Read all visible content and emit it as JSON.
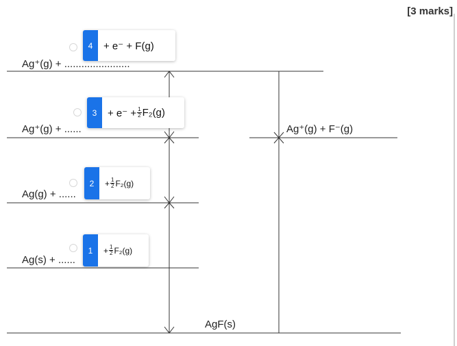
{
  "header": {
    "marks": "[3 marks]"
  },
  "levels": {
    "l4": {
      "label": "Ag⁺(g) + ",
      "dots": "......................."
    },
    "l3": {
      "label": "Ag⁺(g) + ",
      "dots": "......"
    },
    "l2": {
      "label": "Ag(g) + ",
      "dots": "......"
    },
    "l1": {
      "label": "Ag(s) + ",
      "dots": "......"
    },
    "right": {
      "label": "Ag⁺(g) + F⁻(g)"
    },
    "bottom": {
      "label": "AgF(s)"
    }
  },
  "cards": {
    "c4": {
      "num": "4",
      "text": "+ e⁻ + F(g)"
    },
    "c3": {
      "num": "3",
      "prefix": "+ e⁻ + ",
      "frac_top": "1",
      "frac_bottom": "2",
      "suffix": "F₂(g)"
    },
    "c2": {
      "num": "2",
      "prefix": "+ ",
      "frac_top": "1",
      "frac_bottom": "2",
      "suffix": "F₂(g)"
    },
    "c1": {
      "num": "1",
      "prefix": "+ ",
      "frac_top": "1",
      "frac_bottom": "2",
      "suffix": "F₂(g)"
    }
  },
  "colors": {
    "accent": "#1a73e8",
    "line": "#333333"
  },
  "icons": {
    "arrow": "arrow-icon",
    "radio": "radio-circle-icon"
  }
}
